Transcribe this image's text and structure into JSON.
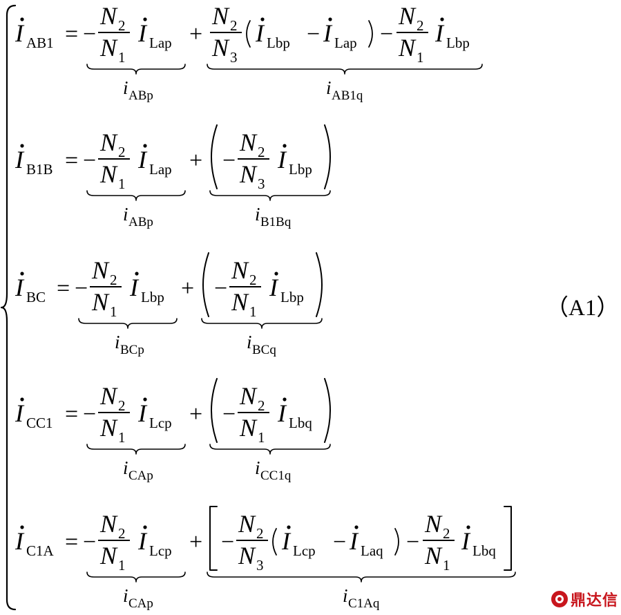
{
  "equation_number": "（A1）",
  "watermark": {
    "text": "鼎达信"
  },
  "rows": [
    {
      "lhs": {
        "base": "I",
        "sub": "AB1"
      },
      "term1": {
        "sign": "−",
        "num": {
          "base": "N",
          "sub": "2"
        },
        "den": {
          "base": "N",
          "sub": "1"
        },
        "current": {
          "base": "I",
          "sub": "Lap"
        },
        "label": {
          "base": "i",
          "sub": "ABp"
        }
      },
      "term2": {
        "bracket": "none",
        "num": {
          "base": "N",
          "sub": "2"
        },
        "den": {
          "base": "N",
          "sub": "3"
        },
        "paren_a": {
          "base": "I",
          "sub": "Lbp"
        },
        "paren_b": {
          "base": "I",
          "sub": "Lap"
        },
        "frac2_num": {
          "base": "N",
          "sub": "2"
        },
        "frac2_den": {
          "base": "N",
          "sub": "1"
        },
        "current": {
          "base": "I",
          "sub": "Lbp"
        },
        "label": {
          "base": "i",
          "sub": "AB1q"
        }
      }
    },
    {
      "lhs": {
        "base": "I",
        "sub": "B1B"
      },
      "term1": {
        "sign": "−",
        "num": {
          "base": "N",
          "sub": "2"
        },
        "den": {
          "base": "N",
          "sub": "1"
        },
        "current": {
          "base": "I",
          "sub": "Lap"
        },
        "label": {
          "base": "i",
          "sub": "ABp"
        }
      },
      "term2": {
        "bracket": "paren",
        "num": {
          "base": "N",
          "sub": "2"
        },
        "den": {
          "base": "N",
          "sub": "3"
        },
        "current": {
          "base": "I",
          "sub": "Lbp"
        },
        "label": {
          "base": "i",
          "sub": "B1Bq"
        }
      }
    },
    {
      "lhs": {
        "base": "I",
        "sub": "BC"
      },
      "term1": {
        "sign": "−",
        "num": {
          "base": "N",
          "sub": "2"
        },
        "den": {
          "base": "N",
          "sub": "1"
        },
        "current": {
          "base": "I",
          "sub": "Lbp"
        },
        "label": {
          "base": "i",
          "sub": "BCp"
        }
      },
      "term2": {
        "bracket": "paren",
        "num": {
          "base": "N",
          "sub": "2"
        },
        "den": {
          "base": "N",
          "sub": "1"
        },
        "current": {
          "base": "I",
          "sub": "Lbp"
        },
        "label": {
          "base": "i",
          "sub": "BCq"
        }
      }
    },
    {
      "lhs": {
        "base": "I",
        "sub": "CC1"
      },
      "term1": {
        "sign": "−",
        "num": {
          "base": "N",
          "sub": "2"
        },
        "den": {
          "base": "N",
          "sub": "1"
        },
        "current": {
          "base": "I",
          "sub": "Lcp"
        },
        "label": {
          "base": "i",
          "sub": "CAp"
        }
      },
      "term2": {
        "bracket": "paren",
        "num": {
          "base": "N",
          "sub": "2"
        },
        "den": {
          "base": "N",
          "sub": "1"
        },
        "current": {
          "base": "I",
          "sub": "Lbq"
        },
        "label": {
          "base": "i",
          "sub": "CC1q"
        }
      }
    },
    {
      "lhs": {
        "base": "I",
        "sub": "C1A"
      },
      "term1": {
        "sign": "−",
        "num": {
          "base": "N",
          "sub": "2"
        },
        "den": {
          "base": "N",
          "sub": "1"
        },
        "current": {
          "base": "I",
          "sub": "Lcp"
        },
        "label": {
          "base": "i",
          "sub": "CAp"
        }
      },
      "term2": {
        "bracket": "square",
        "num": {
          "base": "N",
          "sub": "2"
        },
        "den": {
          "base": "N",
          "sub": "3"
        },
        "paren_a": {
          "base": "I",
          "sub": "Lcp"
        },
        "paren_b": {
          "base": "I",
          "sub": "Laq"
        },
        "frac2_num": {
          "base": "N",
          "sub": "2"
        },
        "frac2_den": {
          "base": "N",
          "sub": "1"
        },
        "current": {
          "base": "I",
          "sub": "Lbq"
        },
        "label": {
          "base": "i",
          "sub": "C1Aq"
        }
      }
    }
  ]
}
